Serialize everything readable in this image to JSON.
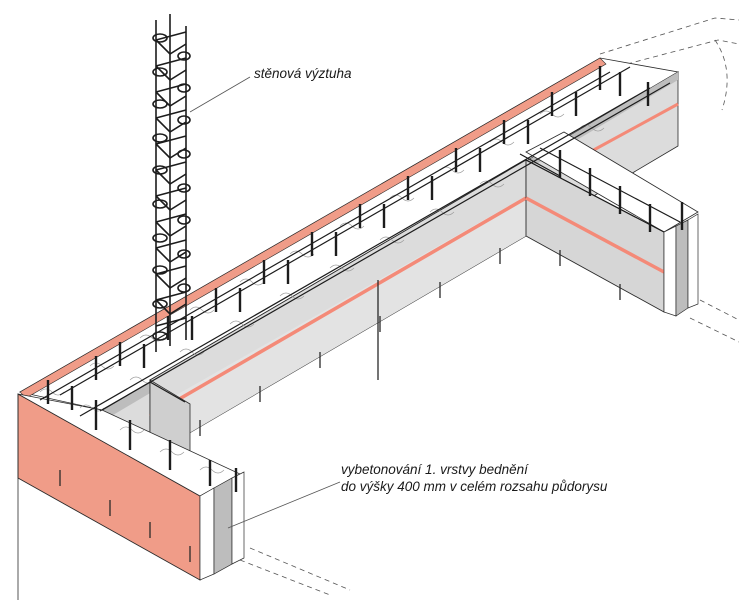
{
  "labels": {
    "wall_reinforcement": "stěnová výztuha",
    "concreting_line1": "vybetonování 1. vrstvy bednění",
    "concreting_line2": "do výšky 400 mm v celém rozsahu půdorysu"
  },
  "colors": {
    "brick_face": "#f09c88",
    "concrete": "#dcdcdc",
    "concrete_dark": "#bdbdbd",
    "concrete_top": "#e9e9e9",
    "insulation": "#ffffff",
    "rebar": "#1c1c1c",
    "accent_stripe": "#f48a78",
    "outline": "#2a2a2a"
  },
  "icons": [
    "wall-reinforcement-cage",
    "formwork-block-wall",
    "rebar-tie"
  ]
}
